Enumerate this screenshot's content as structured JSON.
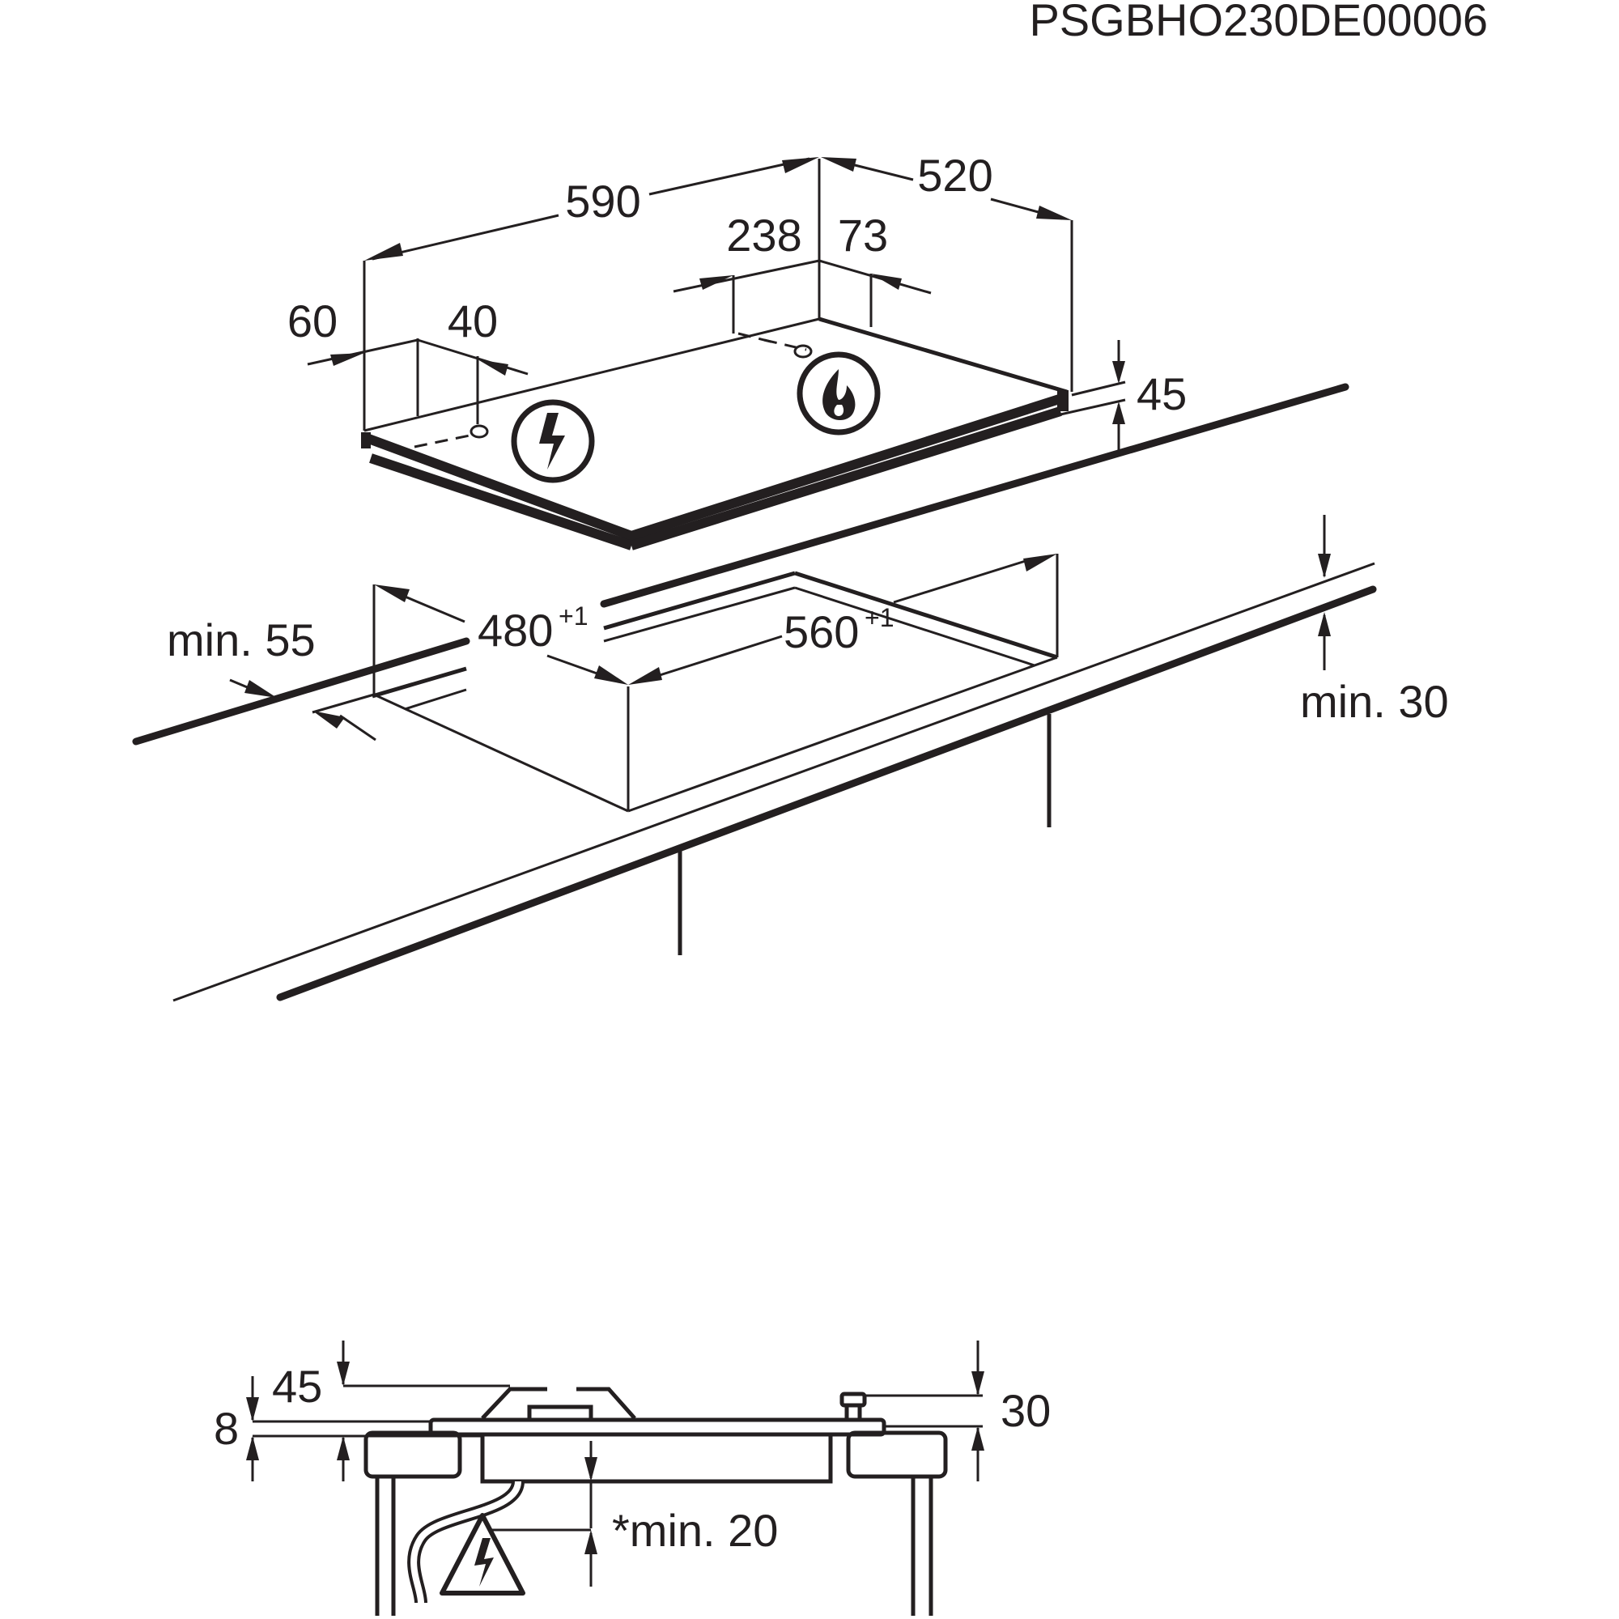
{
  "document_code": "PSGBHO230DE00006",
  "top_view": {
    "dim_width": "590",
    "dim_depth": "520",
    "dim_gas_inlet_x": "238",
    "dim_gas_inlet_y": "73",
    "dim_power_x": "60",
    "dim_power_y": "40",
    "dim_height": "45",
    "cutout_depth": "480",
    "cutout_depth_tol": "+1",
    "cutout_width": "560",
    "cutout_width_tol": "+1",
    "min_front": "min. 55",
    "min_wall": "min. 30"
  },
  "section_view": {
    "dim_45": "45",
    "dim_8": "8",
    "dim_30": "30",
    "min_below": "*min. 20"
  },
  "icons": [
    "electric-connection-icon",
    "gas-connection-icon",
    "electric-warning-icon"
  ]
}
